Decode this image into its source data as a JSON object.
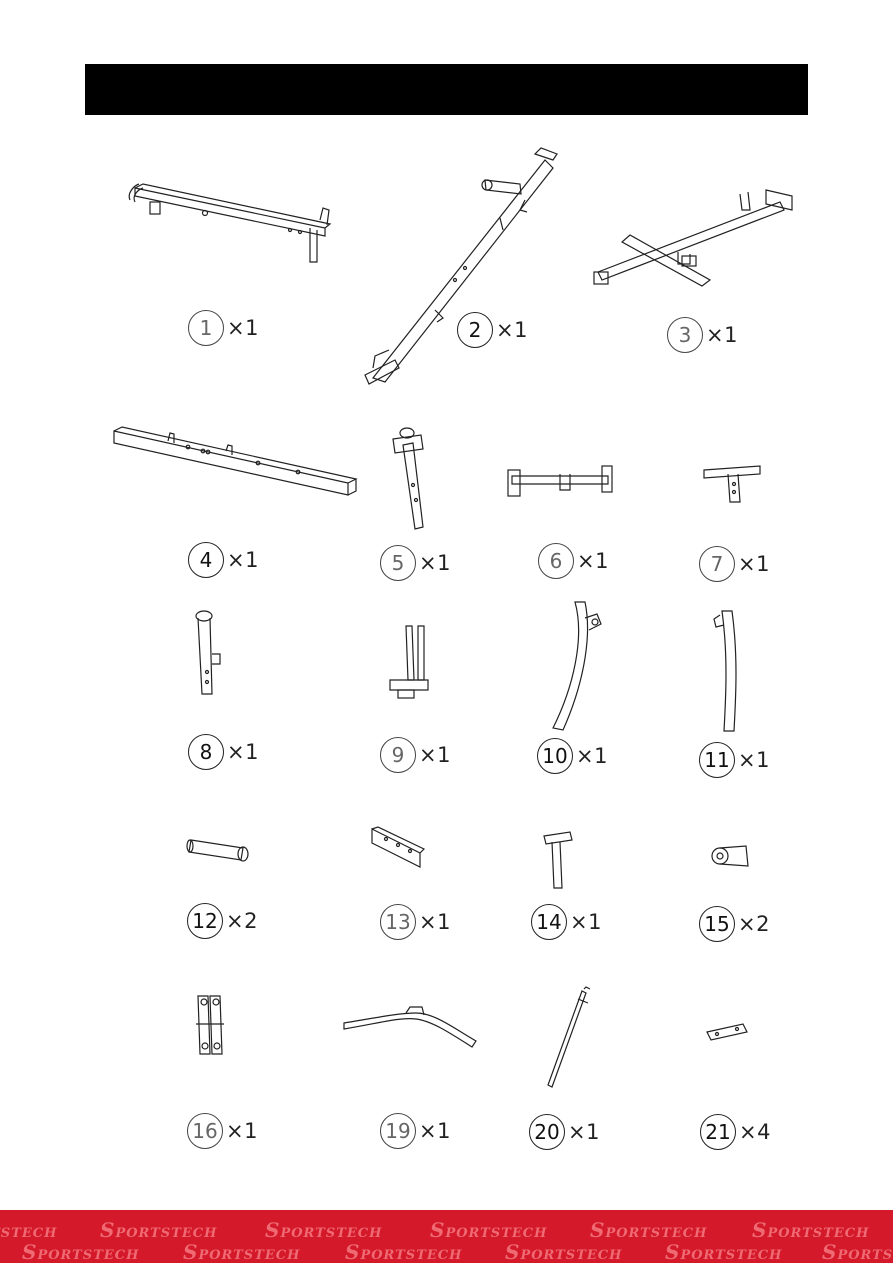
{
  "parts": [
    {
      "number": "1",
      "qty": "×1"
    },
    {
      "number": "2",
      "qty": "×1"
    },
    {
      "number": "3",
      "qty": "×1"
    },
    {
      "number": "4",
      "qty": "×1"
    },
    {
      "number": "5",
      "qty": "×1"
    },
    {
      "number": "6",
      "qty": "×1"
    },
    {
      "number": "7",
      "qty": "×1"
    },
    {
      "number": "8",
      "qty": "×1"
    },
    {
      "number": "9",
      "qty": "×1"
    },
    {
      "number": "10",
      "qty": "×1"
    },
    {
      "number": "11",
      "qty": "×1"
    },
    {
      "number": "12",
      "qty": "×2"
    },
    {
      "number": "13",
      "qty": "×1"
    },
    {
      "number": "14",
      "qty": "×1"
    },
    {
      "number": "15",
      "qty": "×2"
    },
    {
      "number": "16",
      "qty": "×1"
    },
    {
      "number": "19",
      "qty": "×1"
    },
    {
      "number": "20",
      "qty": "×1"
    },
    {
      "number": "21",
      "qty": "×4"
    }
  ],
  "footer": {
    "brand": "SPORTSTECH",
    "color": "#d4192a"
  },
  "header": {
    "color": "#000000"
  }
}
